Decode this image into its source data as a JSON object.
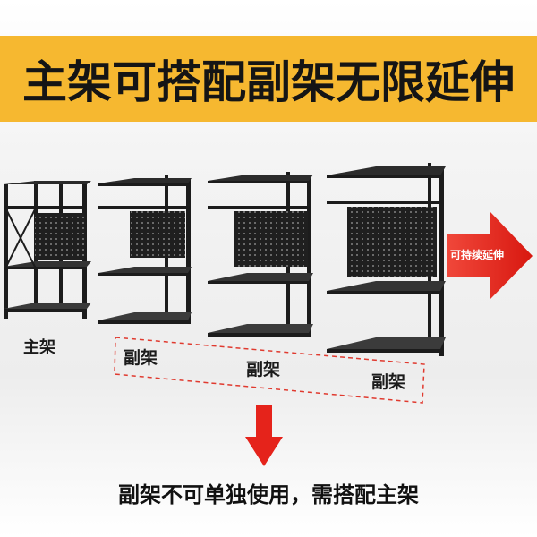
{
  "banner": {
    "title": "主架可搭配副架无限延伸",
    "background": "#f6b830"
  },
  "labels": {
    "main_frame": "主架",
    "sub_frame": "副架"
  },
  "arrow": {
    "text": "可持续延伸",
    "color": "#e5231b"
  },
  "footer": {
    "text": "副架不可单独使用，需搭配主架"
  }
}
